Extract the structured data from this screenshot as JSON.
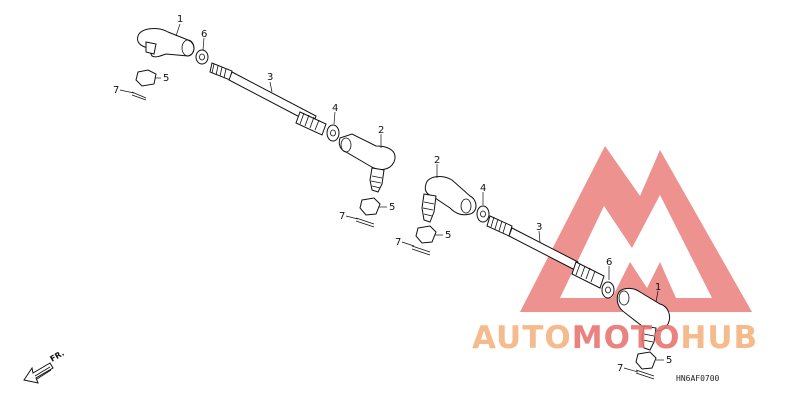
{
  "diagram_code": "HN6AF0700",
  "direction_label": "FR.",
  "callouts": {
    "upper": [
      "1",
      "6",
      "5",
      "7",
      "3",
      "4",
      "2",
      "5",
      "7"
    ],
    "lower": [
      "2",
      "4",
      "5",
      "7",
      "3",
      "6",
      "1",
      "5",
      "7"
    ]
  },
  "watermark": {
    "word_part1": "AUTO",
    "word_part2": "MOTO",
    "word_part3": "HUB",
    "color_primary": "#f5b27d",
    "color_secondary": "#e8736f"
  }
}
